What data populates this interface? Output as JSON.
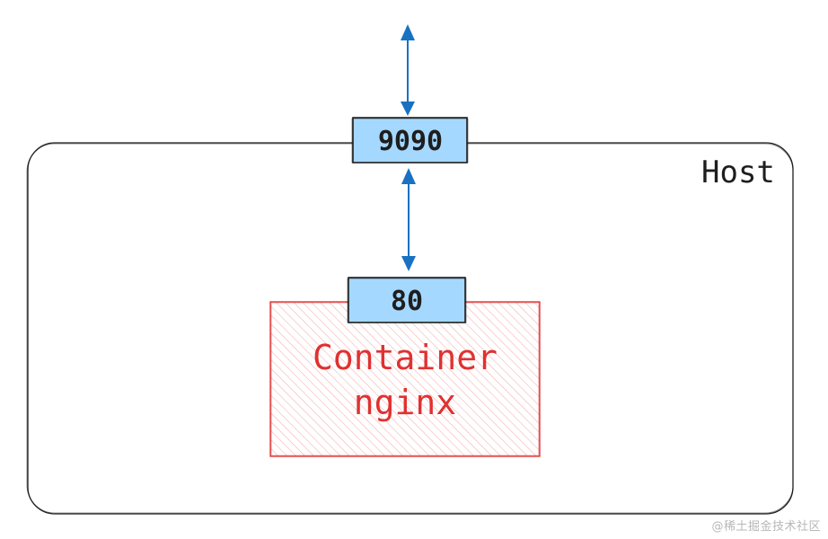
{
  "diagram": {
    "host_label": "Host",
    "host_port": "9090",
    "container_port": "80",
    "container_title": "Container",
    "container_name": "nginx",
    "watermark": "@稀土掘金技术社区"
  },
  "colors": {
    "arrow": "#1971c2",
    "port_fill": "#a5d8ff",
    "container_stroke": "#e03131",
    "container_text": "#e03131",
    "host_stroke": "#1e1e1e",
    "text": "#1e1e1e"
  }
}
